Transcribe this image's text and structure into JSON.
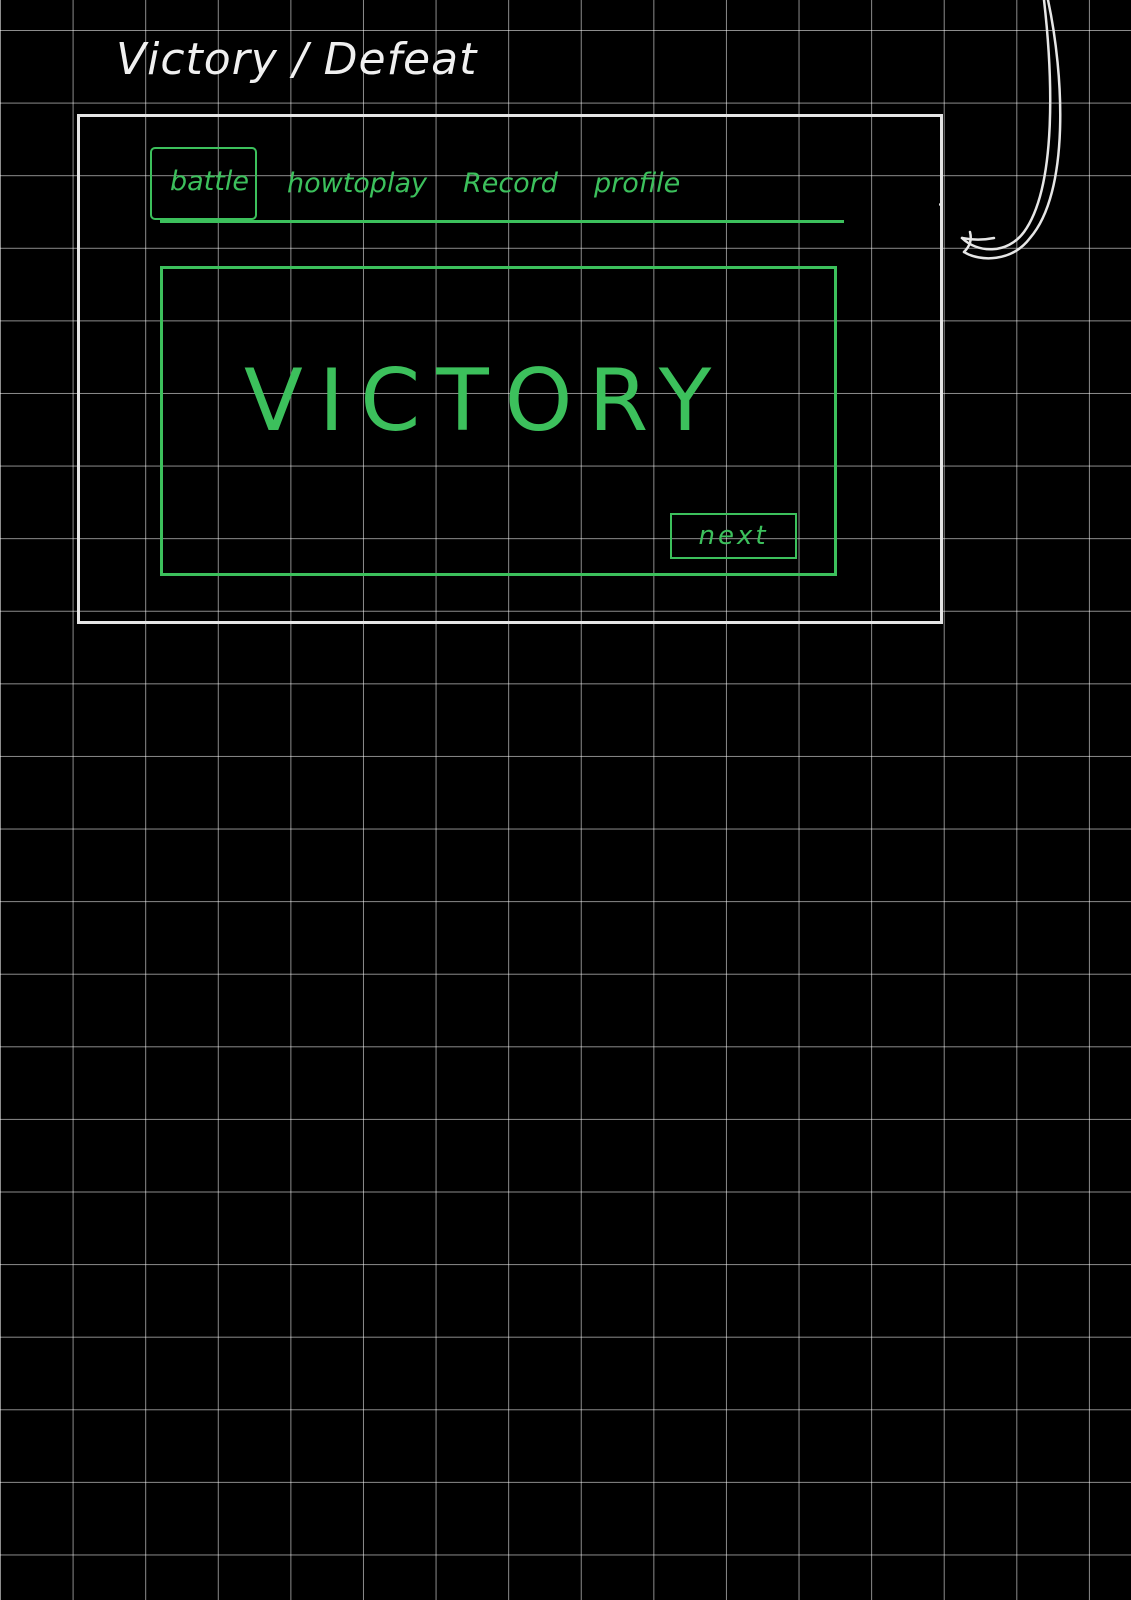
{
  "page": {
    "title": "Victory / Defeat"
  },
  "nav": {
    "tabs": [
      {
        "label": "battle",
        "active": true
      },
      {
        "label": "howtoplay",
        "active": false
      },
      {
        "label": "Record",
        "active": false
      },
      {
        "label": "profile",
        "active": false
      }
    ]
  },
  "result": {
    "text": "VICTORY"
  },
  "actions": {
    "next_label": "next"
  },
  "colors": {
    "background": "#000000",
    "grid": "#8c8c8c",
    "sketch_white": "#e6e6e6",
    "accent_green": "#3cc05c"
  },
  "icons": {
    "flow": "curved-arrow-icon"
  }
}
